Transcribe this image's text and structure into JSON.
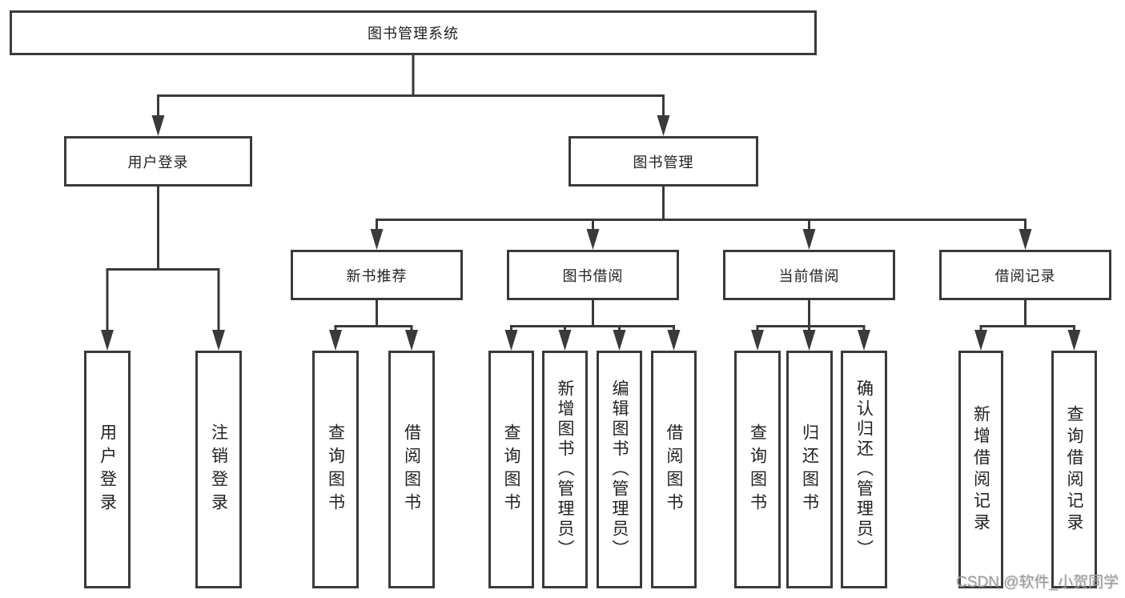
{
  "tree": {
    "root": {
      "label": "图书管理系统",
      "children": [
        {
          "label": "用户登录",
          "children": [
            {
              "label": "用户登录"
            },
            {
              "label": "注销登录"
            }
          ]
        },
        {
          "label": "图书管理",
          "children": [
            {
              "label": "新书推荐",
              "children": [
                {
                  "label": "查询图书"
                },
                {
                  "label": "借阅图书"
                }
              ]
            },
            {
              "label": "图书借阅",
              "children": [
                {
                  "label": "查询图书"
                },
                {
                  "label": "新增图书（管理员）"
                },
                {
                  "label": "编辑图书（管理员）"
                },
                {
                  "label": "借阅图书"
                }
              ]
            },
            {
              "label": "当前借阅",
              "children": [
                {
                  "label": "查询图书"
                },
                {
                  "label": "归还图书"
                },
                {
                  "label": "确认归还（管理员）"
                }
              ]
            },
            {
              "label": "借阅记录",
              "children": [
                {
                  "label": "新增借阅记录"
                },
                {
                  "label": "查询借阅记录"
                }
              ]
            }
          ]
        }
      ]
    }
  },
  "watermark": {
    "text": "CSDN @软件_小贺同学"
  },
  "colors": {
    "line": "#3a3a3a",
    "text": "#222222",
    "watermark": "#9c9c9c",
    "background": "#ffffff"
  }
}
